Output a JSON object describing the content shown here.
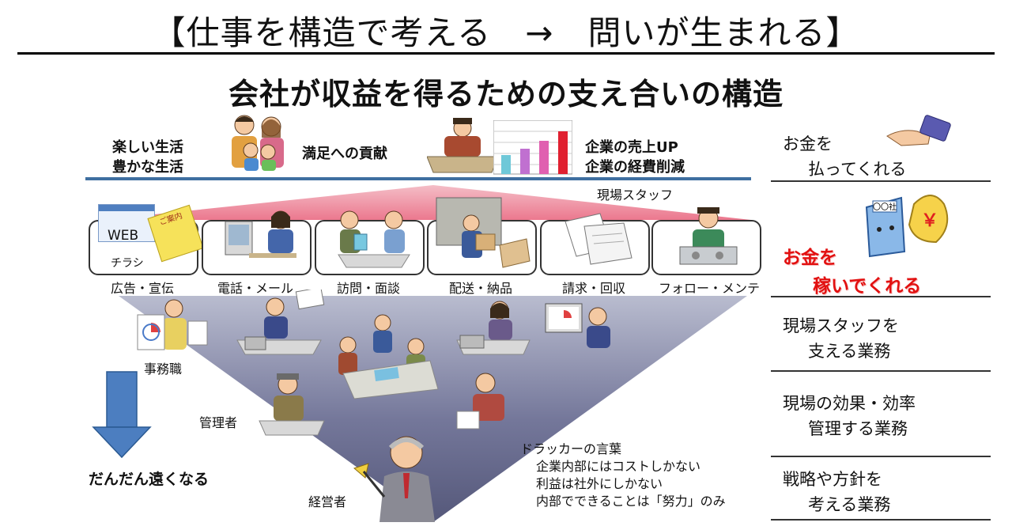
{
  "header": {
    "title": "【仕事を構造で考える　→　問いが生まれる】"
  },
  "main_title": "会社が収益を得るための支え合いの構造",
  "top": {
    "left_line1": "楽しい生活",
    "left_line2": "豊かな生活",
    "middle": "満足への貢献",
    "right_line1": "企業の売上UP",
    "right_line2": "企業の経費削減",
    "staff_label": "現場スタッフ"
  },
  "front_tasks": [
    {
      "label": "広告・宣伝",
      "icon": "advertising-illustration"
    },
    {
      "label": "電話・メール",
      "icon": "phone-email-illustration"
    },
    {
      "label": "訪問・面談",
      "icon": "meeting-illustration"
    },
    {
      "label": "配送・納品",
      "icon": "delivery-illustration"
    },
    {
      "label": "請求・回収",
      "icon": "invoice-illustration"
    },
    {
      "label": "フォロー・メンテ",
      "icon": "maintenance-illustration"
    }
  ],
  "ad_box": {
    "web": "WEB",
    "flyer": "チラシ",
    "sign": "ご案内"
  },
  "roles": {
    "office": "事務職",
    "manager": "管理者",
    "executive": "経営者"
  },
  "distance_label": "だんだん遠くなる",
  "drucker": {
    "title": "ドラッカーの言葉",
    "lines": [
      "企業内部にはコストしかない",
      "利益は社外にしかない",
      "内部でできることは「努力」のみ"
    ]
  },
  "side": {
    "pay_line1": "お金を",
    "pay_line2": "払ってくれる",
    "earn_line1": "お金を",
    "earn_line2": "稼いでくれる",
    "support_line1": "現場スタッフを",
    "support_line2": "支える業務",
    "manage_line1": "現場の効果・効率",
    "manage_line2": "管理する業務",
    "strategy_line1": "戦略や方針を",
    "strategy_line2": "考える業務",
    "money_bag": "￥",
    "bldg": "〇〇社"
  },
  "chart_bars": [
    1,
    2,
    3,
    4
  ],
  "colors": {
    "blue_rule": "#3f6fa0",
    "red_band": "#f07a8a",
    "pyramid": "#6f7194",
    "arrow": "#4c7ec0",
    "earn_red": "#e21010"
  }
}
